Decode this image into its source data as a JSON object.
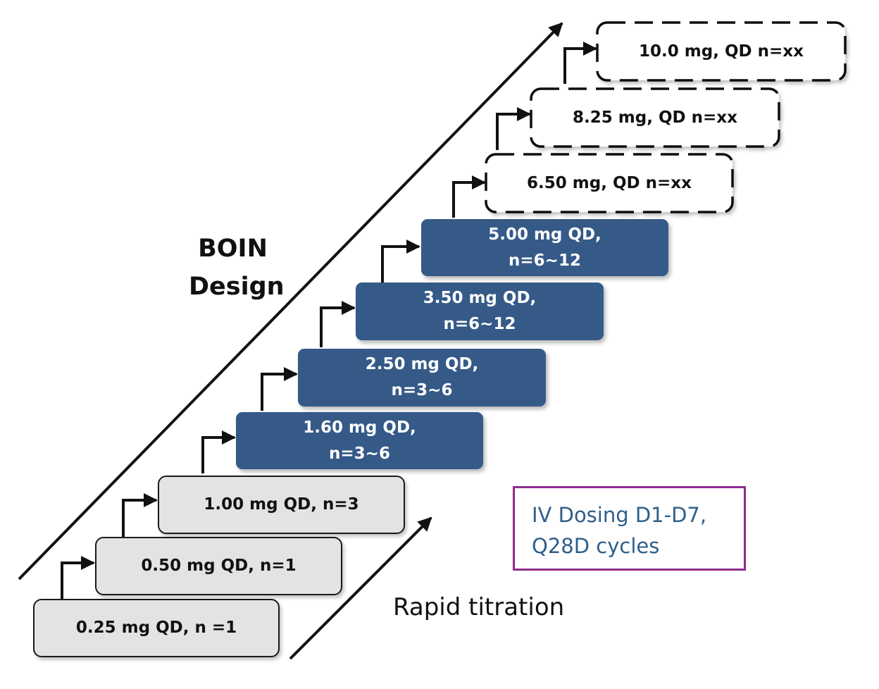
{
  "boin": {
    "line1": "BOIN",
    "line2": "Design"
  },
  "rapid_label": "Rapid titration",
  "iv_box": {
    "line1": "IV Dosing D1-D7,",
    "line2": "Q28D cycles"
  },
  "steps": [
    {
      "style": "gray",
      "lines": [
        "0.25 mg QD, n =1"
      ]
    },
    {
      "style": "gray",
      "lines": [
        "0.50  mg QD, n=1"
      ]
    },
    {
      "style": "gray",
      "lines": [
        "1.00 mg QD, n=3"
      ]
    },
    {
      "style": "blue",
      "lines": [
        "1.60  mg QD,",
        "n=3~6"
      ]
    },
    {
      "style": "blue",
      "lines": [
        "2.50 mg QD,",
        "n=3~6"
      ]
    },
    {
      "style": "blue",
      "lines": [
        "3.50 mg QD,",
        "n=6~12"
      ]
    },
    {
      "style": "blue",
      "lines": [
        "5.00 mg QD,",
        "n=6~12"
      ]
    },
    {
      "style": "dashed",
      "lines": [
        "6.50 mg, QD n=xx"
      ]
    },
    {
      "style": "dashed",
      "lines": [
        "8.25 mg, QD n=xx"
      ]
    },
    {
      "style": "dashed",
      "lines": [
        "10.0 mg, QD n=xx"
      ]
    }
  ],
  "colors": {
    "blue_fill": "#355a88",
    "gray_fill": "#e3e3e3",
    "iv_border": "#8e2c8f",
    "iv_text": "#2e5f8a"
  }
}
